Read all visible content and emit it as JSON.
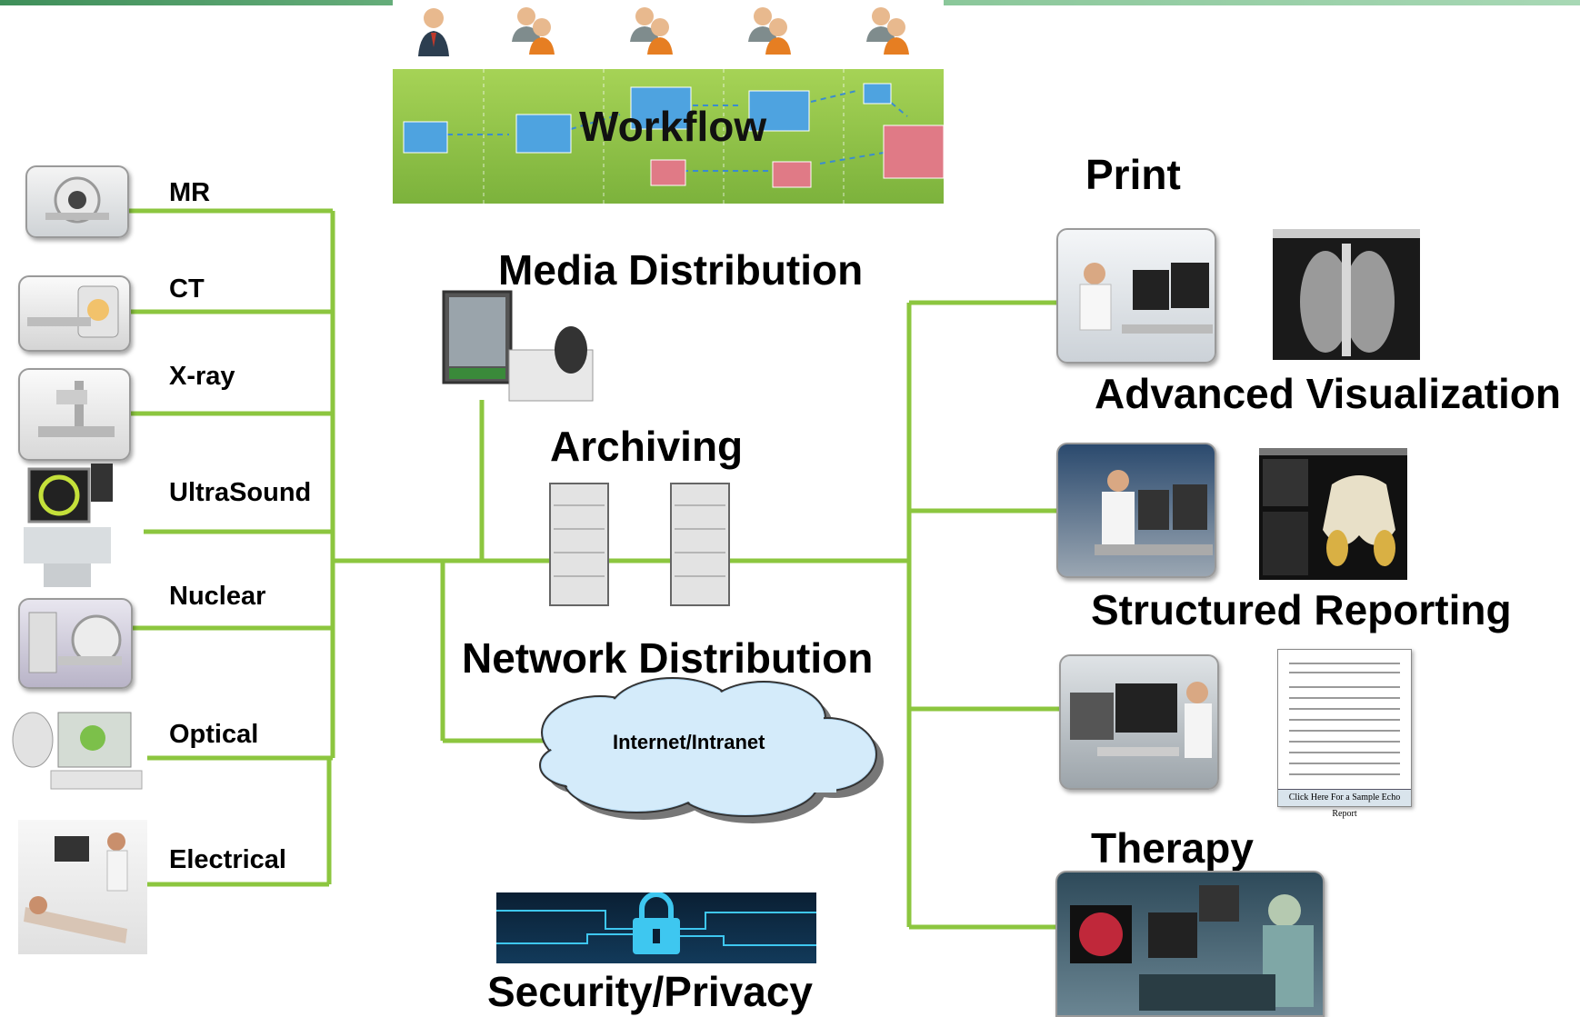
{
  "modalities": [
    {
      "key": "mr",
      "label": "MR",
      "icon": "mr-scanner-icon"
    },
    {
      "key": "ct",
      "label": "CT",
      "icon": "ct-scanner-icon"
    },
    {
      "key": "xray",
      "label": "X-ray",
      "icon": "xray-machine-icon"
    },
    {
      "key": "ultrasound",
      "label": "UltraSound",
      "icon": "ultrasound-machine-icon"
    },
    {
      "key": "nuclear",
      "label": "Nuclear",
      "icon": "nuclear-scanner-icon"
    },
    {
      "key": "optical",
      "label": "Optical",
      "icon": "optical-device-icon"
    },
    {
      "key": "electrical",
      "label": "Electrical",
      "icon": "ecg-patient-icon"
    }
  ],
  "center": {
    "workflow": "Workflow",
    "media_distribution": "Media Distribution",
    "archiving": "Archiving",
    "network_distribution": "Network Distribution",
    "cloud": "Internet/Intranet",
    "security": "Security/Privacy"
  },
  "outputs": {
    "print": "Print",
    "advanced_visualization": "Advanced Visualization",
    "structured_reporting": "Structured Reporting",
    "therapy": "Therapy",
    "report_button": "Click Here For a Sample Echo Report"
  },
  "colors": {
    "connector": "#8cc63f",
    "header_bar": "#3f8f5a",
    "workflow_band": "#8cc63f"
  }
}
